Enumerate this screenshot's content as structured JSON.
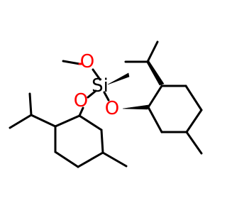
{
  "molecule": {
    "atoms": {
      "oxygen_methoxy": {
        "symbol": "O",
        "color": "#ff0000"
      },
      "silicon": {
        "symbol": "Si",
        "color": "#000000"
      },
      "oxygen_left": {
        "symbol": "O",
        "color": "#ff0000"
      },
      "oxygen_right": {
        "symbol": "O",
        "color": "#ff0000"
      }
    },
    "bond_color": "#000000"
  }
}
